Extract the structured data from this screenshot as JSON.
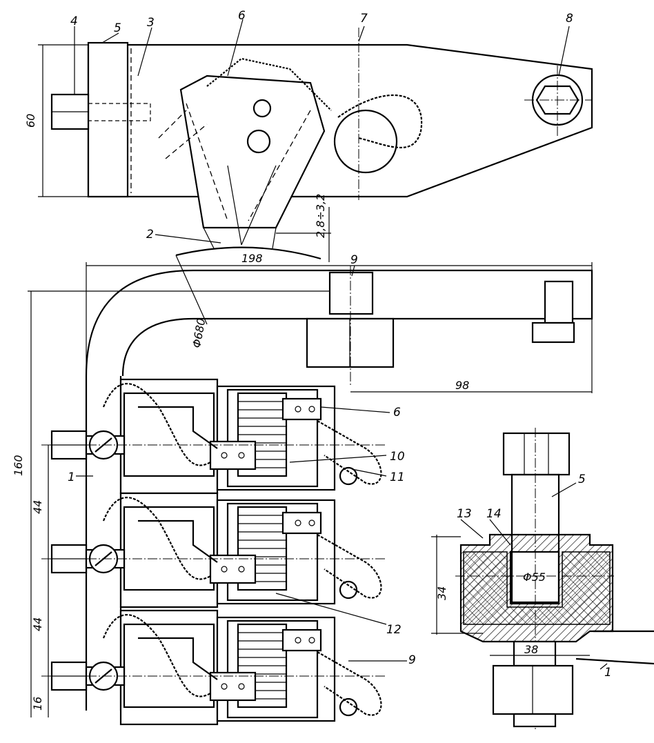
{
  "title": "Contact device assembly technical drawing",
  "colors": {
    "ink": "#000000",
    "paper": "#ffffff"
  },
  "callouts": {
    "c1a": "1",
    "c1b": "1",
    "c2": "2",
    "c3": "3",
    "c4": "4",
    "c5a": "5",
    "c5b": "5",
    "c6a": "6",
    "c6b": "6",
    "c7": "7",
    "c8": "8",
    "c9a": "9",
    "c9b": "9",
    "c10": "10",
    "c11": "11",
    "c12": "12",
    "c13": "13",
    "c14": "14"
  },
  "dimensions": {
    "height_top": "60",
    "gap": "2,8÷3,2",
    "width_total": "198",
    "radius": "Φ680",
    "arm_length": "98",
    "height_total": "160",
    "pitch1": "44",
    "pitch2": "44",
    "bottom_offset": "16",
    "section_height": "34",
    "bore": "Φ55",
    "section_width": "38"
  }
}
